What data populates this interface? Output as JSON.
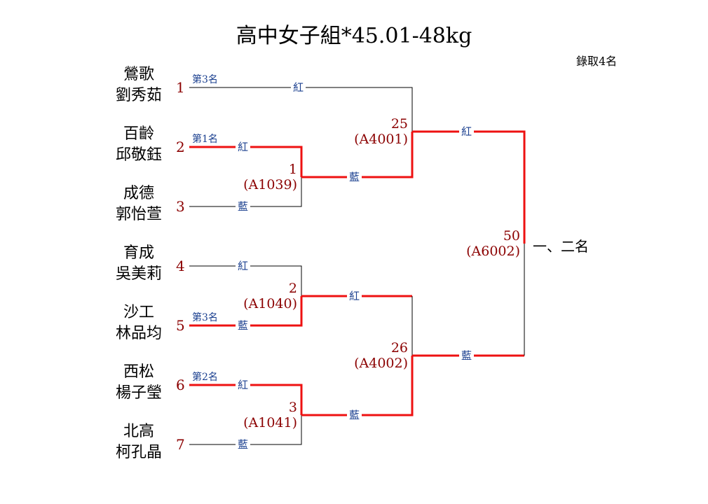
{
  "title": "高中女子組*45.01-48kg",
  "quota": "錄取4名",
  "colors": {
    "winner_line": "#ee1111",
    "normal_line": "#000000",
    "seed": "#8b0000",
    "corner": "#1a3f8f"
  },
  "entries": [
    {
      "seed": "1",
      "school": "鶯歌",
      "name": "劉秀茹",
      "rank": "第3名"
    },
    {
      "seed": "2",
      "school": "百齡",
      "name": "邱敬鈺",
      "rank": "第1名"
    },
    {
      "seed": "3",
      "school": "成德",
      "name": "郭怡萱",
      "rank": ""
    },
    {
      "seed": "4",
      "school": "育成",
      "name": "吳美莉",
      "rank": ""
    },
    {
      "seed": "5",
      "school": "沙工",
      "name": "林品均",
      "rank": "第3名"
    },
    {
      "seed": "6",
      "school": "西松",
      "name": "楊子瑩",
      "rank": "第2名"
    },
    {
      "seed": "7",
      "school": "北高",
      "name": "柯孔晶",
      "rank": ""
    }
  ],
  "matches": [
    {
      "no": "1",
      "code": "(A1039)",
      "red": "紅",
      "blue": "藍"
    },
    {
      "no": "2",
      "code": "(A1040)",
      "red": "紅",
      "blue": "藍"
    },
    {
      "no": "3",
      "code": "(A1041)",
      "red": "紅",
      "blue": "藍"
    },
    {
      "no": "25",
      "code": "(A4001)",
      "red": "紅",
      "blue": "藍"
    },
    {
      "no": "26",
      "code": "(A4002)",
      "red": "紅",
      "blue": "藍"
    },
    {
      "no": "50",
      "code": "(A6002)",
      "red": "紅",
      "blue": "藍"
    }
  ],
  "final_label": "一、二名"
}
